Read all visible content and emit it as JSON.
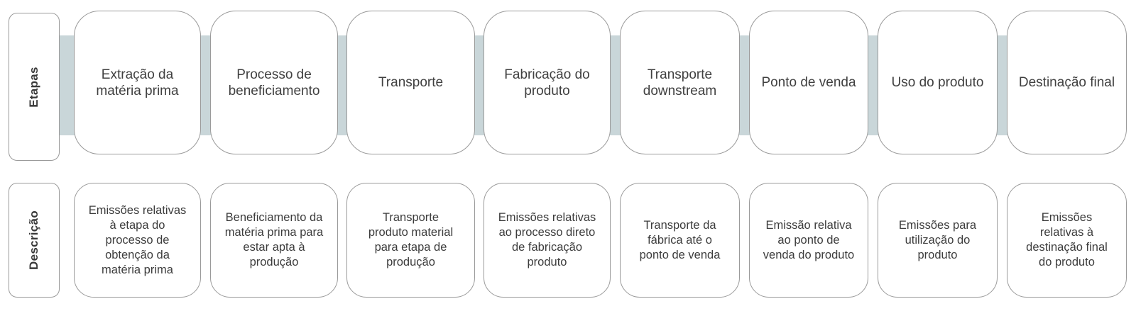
{
  "row_labels": {
    "stages": "Etapas",
    "descriptions": "Descrição"
  },
  "stages": [
    "Extração da\nmatéria prima",
    "Processo de\nbeneficiamento",
    "Transporte",
    "Fabricação do\nproduto",
    "Transporte\ndownstream",
    "Ponto de venda",
    "Uso do produto",
    "Destinação final"
  ],
  "descriptions": [
    "Emissões relativas\nà etapa do\nprocesso de\nobtenção da\nmatéria prima",
    "Beneficiamento da\nmatéria prima para\nestar apta à\nprodução",
    "Transporte\nproduto material\npara etapa de\nprodução",
    "Emissões relativas\nao processo direto\nde fabricação\nproduto",
    "Transporte da\nfábrica até o\nponto de venda",
    "Emissão relativa\nao ponto de\nvenda do produto",
    "Emissões para\nutilização do\nproduto",
    "Emissões\nrelativas à\ndestinação final\ndo produto"
  ],
  "colors": {
    "connector": "#c9d6d9",
    "border": "#9a9a9a",
    "text": "#404040"
  }
}
